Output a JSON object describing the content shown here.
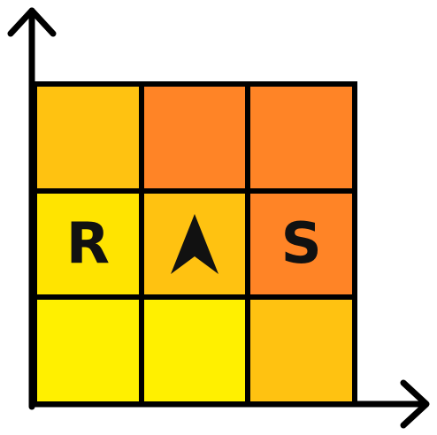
{
  "grid": {
    "rows": 3,
    "cols": 3,
    "cells": [
      {
        "name": "cell-r1-c1",
        "color": "#ffc211",
        "label": "",
        "content": "empty"
      },
      {
        "name": "cell-r1-c2",
        "color": "#ff8426",
        "label": "",
        "content": "empty"
      },
      {
        "name": "cell-r1-c3",
        "color": "#ff8426",
        "label": "",
        "content": "empty"
      },
      {
        "name": "cell-r2-c1",
        "color": "#ffe400",
        "label": "R",
        "content": "letter"
      },
      {
        "name": "cell-r2-c2",
        "color": "#ffc211",
        "label": "",
        "content": "agent-arrow-up"
      },
      {
        "name": "cell-r2-c3",
        "color": "#ff8426",
        "label": "S",
        "content": "letter"
      },
      {
        "name": "cell-r3-c1",
        "color": "#fff000",
        "label": "",
        "content": "empty"
      },
      {
        "name": "cell-r3-c2",
        "color": "#fff000",
        "label": "",
        "content": "empty"
      },
      {
        "name": "cell-r3-c3",
        "color": "#ffc211",
        "label": "",
        "content": "empty"
      }
    ]
  },
  "agent": {
    "icon": "up-arrow-icon",
    "direction": "up",
    "color": "#111111"
  },
  "axes": {
    "color": "#000000",
    "x_arrow": "right",
    "y_arrow": "up"
  }
}
